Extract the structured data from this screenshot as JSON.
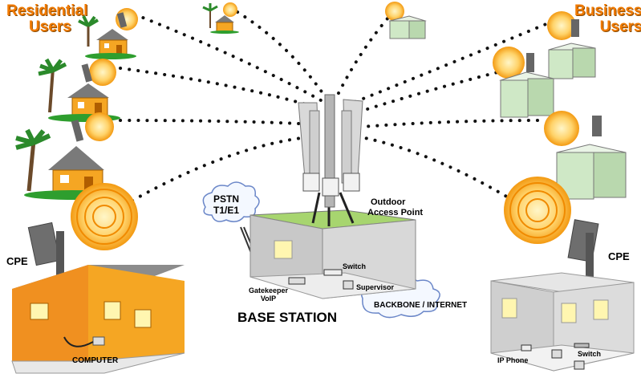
{
  "labels": {
    "residential_line1": "Residential",
    "residential_line2": "Users",
    "business_line1": "Business",
    "business_line2": "Users",
    "cpe_left": "CPE",
    "cpe_right": "CPE",
    "computer": "COMPUTER",
    "pstn_line1": "PSTN",
    "pstn_line2": "T1/E1",
    "outdoor_line1": "Outdoor",
    "outdoor_line2": "Access Point",
    "switch_center": "Switch",
    "supervisor": "Supervisor",
    "gatekeeper_line1": "Gatekeeper",
    "gatekeeper_line2": "VoIP",
    "backbone": "BACKBONE / INTERNET",
    "base_station": "BASE STATION",
    "ip_phone": "IP Phone",
    "switch_right": "Switch"
  },
  "colors": {
    "title_orange": "#f07a00",
    "house_orange": "#f5a623",
    "signal_orange": "#f7a21b",
    "signal_yellow": "#ffe48a",
    "roof_gray": "#7a7a7a",
    "building_green": "#cfe8c6",
    "grass_green": "#2e9e2e",
    "dots": "#111111"
  }
}
